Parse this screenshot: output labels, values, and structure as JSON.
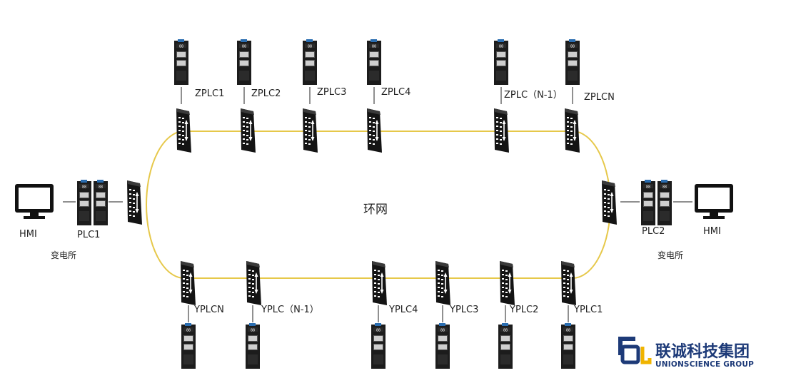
{
  "center_label": "环网",
  "left_station": {
    "hmi_label": "HMI",
    "plc_label": "PLC1",
    "station_label": "变电所"
  },
  "right_station": {
    "hmi_label": "HMI",
    "plc_label": "PLC2",
    "station_label": "变电所"
  },
  "top_nodes": [
    {
      "label": "ZPLC1"
    },
    {
      "label": "ZPLC2"
    },
    {
      "label": "ZPLC3"
    },
    {
      "label": "ZPLC4"
    },
    {
      "label": "ZPLC（N-1）"
    },
    {
      "label": "ZPLCN"
    }
  ],
  "bottom_nodes": [
    {
      "label": "YPLCN"
    },
    {
      "label": "YPLC（N-1）"
    },
    {
      "label": "YPLC4"
    },
    {
      "label": "YPLC3"
    },
    {
      "label": "YPLC2"
    },
    {
      "label": "YPLC1"
    }
  ],
  "brand": {
    "cn": "联诚科技集团",
    "en": "UNIONSCIENCE GROUP"
  },
  "colors": {
    "ring": "#e6c84a",
    "device": "#1a1a1a",
    "brand": "#1d3a78",
    "brand_accent": "#f0b400"
  }
}
